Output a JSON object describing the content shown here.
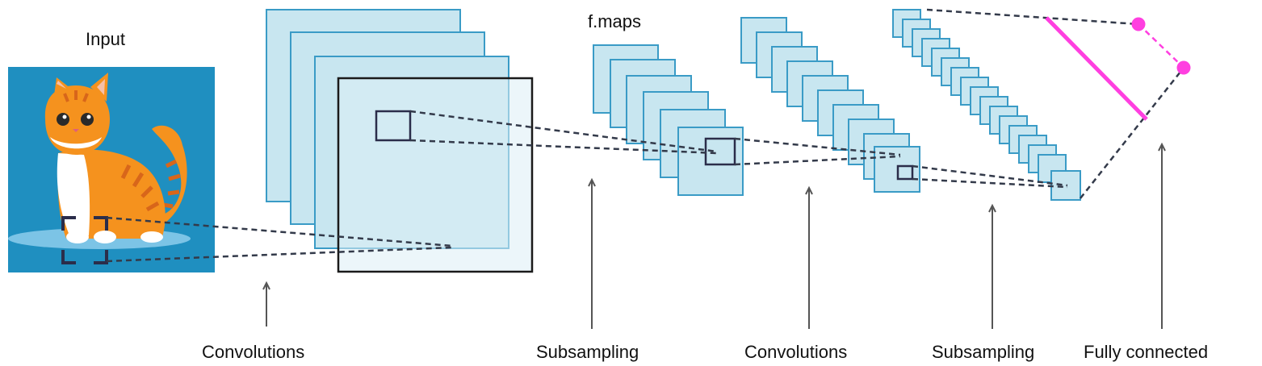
{
  "labels": {
    "input": "Input",
    "feature_maps": "f.maps",
    "stage_1": "Convolutions",
    "stage_2": "Subsampling",
    "stage_3": "Convolutions",
    "stage_4": "Subsampling",
    "stage_5": "Fully connected"
  },
  "colors": {
    "input_background": "#1f8fc0",
    "feature_map_fill": "#c8e6f0",
    "feature_map_stroke": "#3a9bc6",
    "connector_dash": "#333a4a",
    "fully_connected_line": "#ff3fe0",
    "fully_connected_node": "#ff3fe0",
    "cat_orange": "#f5921e",
    "cat_stripe": "#d8661a"
  },
  "icons": {
    "input_image": "cat-illustration"
  }
}
